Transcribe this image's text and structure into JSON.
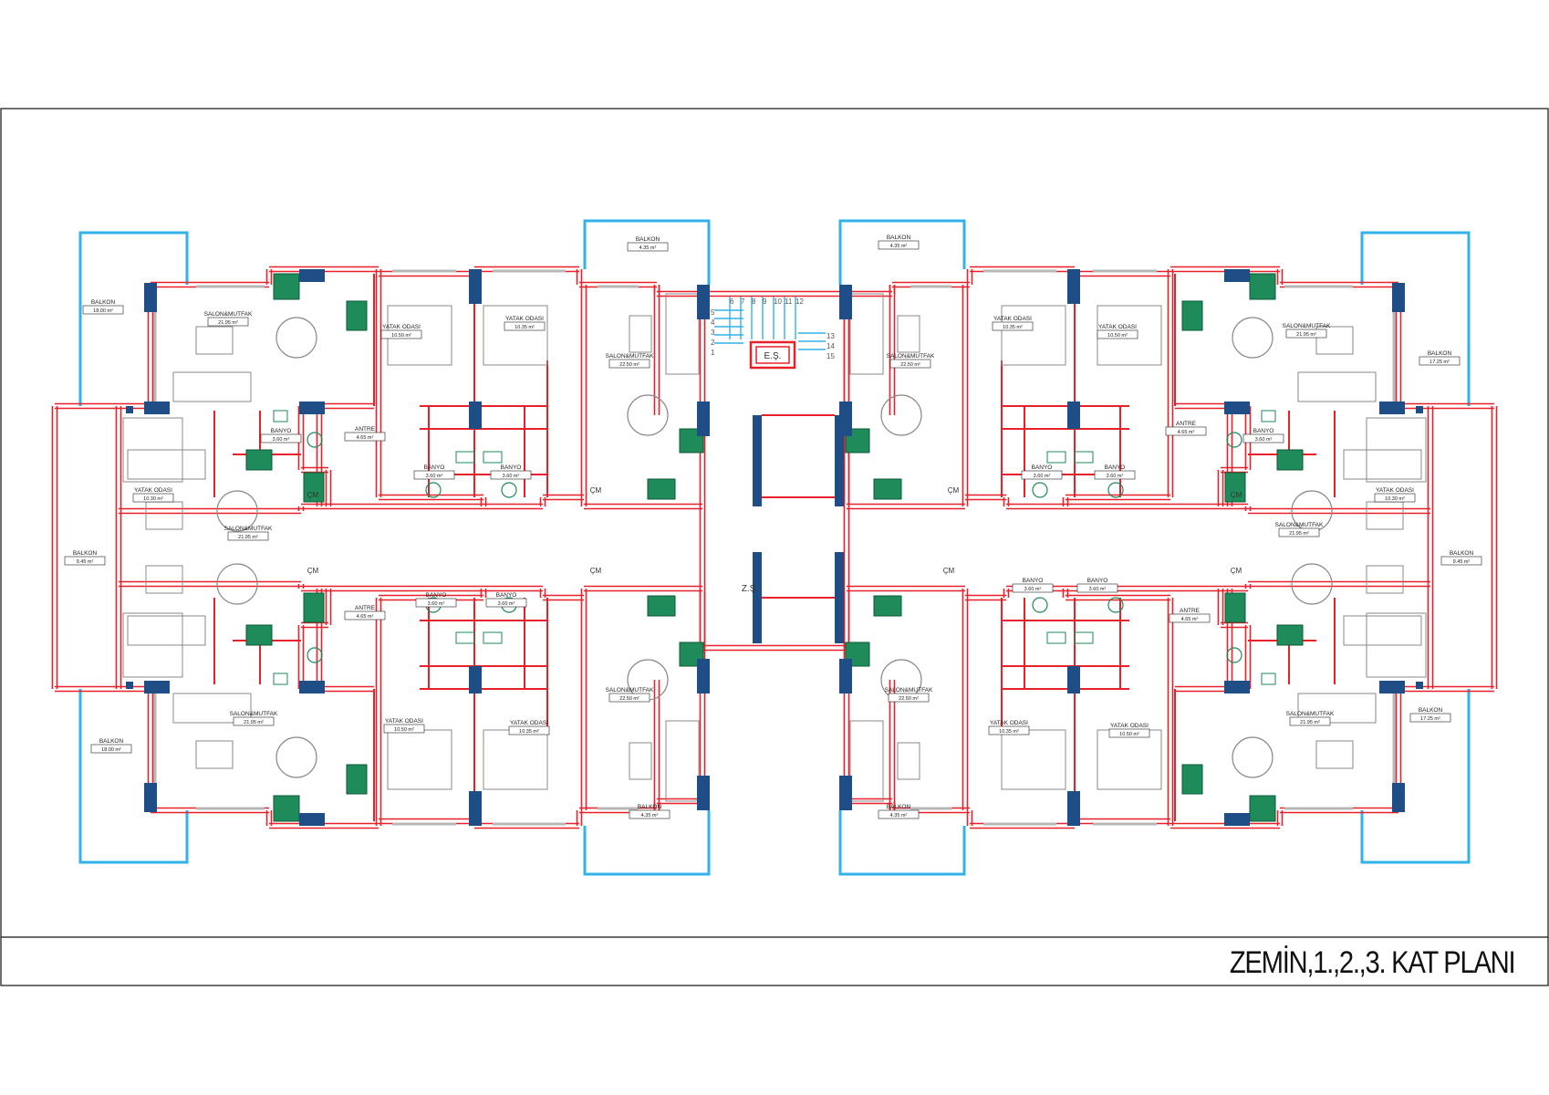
{
  "sheet_title": "ZEMİN,1.,2.,3. KAT PLANI",
  "core": {
    "stair_label": "E.Ş.",
    "shaft_label": "Z.Ş.",
    "stair_steps_left": [
      "5",
      "4",
      "3",
      "2",
      "1"
    ],
    "stair_steps_top": [
      "6",
      "7",
      "8",
      "9",
      "10",
      "11",
      "12"
    ],
    "stair_steps_right": [
      "13",
      "14",
      "15"
    ]
  },
  "room_names": {
    "balkon": "BALKON",
    "salon_mutfak": "SALON&MUTFAK",
    "yatak_odasi": "YATAK ODASI",
    "banyo": "BANYO",
    "antre": "ANTRE",
    "cm": "ÇM"
  },
  "room_labels": [
    {
      "id": "balkon-nw",
      "name": "BALKON",
      "area": "18.00 m²"
    },
    {
      "id": "salon-nw",
      "name": "SALON&MUTFAK",
      "area": "21.95 m²"
    },
    {
      "id": "yatak-n1",
      "name": "YATAK ODASI",
      "area": "10.50 m²"
    },
    {
      "id": "yatak-n2",
      "name": "YATAK ODASI",
      "area": "10.35 m²"
    },
    {
      "id": "balkon-n1",
      "name": "BALKON",
      "area": "4.35 m²"
    },
    {
      "id": "salon-n1",
      "name": "SALON&MUTFAK",
      "area": "22.50 m²"
    },
    {
      "id": "balkon-n2",
      "name": "BALKON",
      "area": "4.35 m²"
    },
    {
      "id": "salon-n2",
      "name": "SALON&MUTFAK",
      "area": "22.50 m²"
    },
    {
      "id": "yatak-n3",
      "name": "YATAK ODASI",
      "area": "10.35 m²"
    },
    {
      "id": "yatak-n4",
      "name": "YATAK ODASI",
      "area": "10.50 m²"
    },
    {
      "id": "salon-ne",
      "name": "SALON&MUTFAK",
      "area": "21.95 m²"
    },
    {
      "id": "balkon-ne",
      "name": "BALKON",
      "area": "17.25 m²"
    },
    {
      "id": "banyo-w1",
      "name": "BANYO",
      "area": "3.60 m²"
    },
    {
      "id": "antre-w1",
      "name": "ANTRE",
      "area": "4.65 m²"
    },
    {
      "id": "banyo-n1",
      "name": "BANYO",
      "area": "3.60 m²"
    },
    {
      "id": "banyo-n2",
      "name": "BANYO",
      "area": "3.60 m²"
    },
    {
      "id": "banyo-n3",
      "name": "BANYO",
      "area": "3.60 m²"
    },
    {
      "id": "banyo-n4",
      "name": "BANYO",
      "area": "3.60 m²"
    },
    {
      "id": "antre-e1",
      "name": "ANTRE",
      "area": "4.65 m²"
    },
    {
      "id": "banyo-e1",
      "name": "BANYO",
      "area": "3.60 m²"
    },
    {
      "id": "yatak-w",
      "name": "YATAK ODASI",
      "area": "10.30 m²"
    },
    {
      "id": "yatak-e",
      "name": "YATAK ODASI",
      "area": "10.30 m²"
    },
    {
      "id": "salon-w",
      "name": "SALON&MUTFAK",
      "area": "21.95 m²"
    },
    {
      "id": "salon-e",
      "name": "SALON&MUTFAK",
      "area": "21.95 m²"
    },
    {
      "id": "balkon-w",
      "name": "BALKON",
      "area": "9.45 m²"
    },
    {
      "id": "balkon-e",
      "name": "BALKON",
      "area": "9.45 m²"
    },
    {
      "id": "banyo-s1",
      "name": "BANYO",
      "area": "3.60 m²"
    },
    {
      "id": "banyo-s2",
      "name": "BANYO",
      "area": "3.60 m²"
    },
    {
      "id": "banyo-s3",
      "name": "BANYO",
      "area": "3.60 m²"
    },
    {
      "id": "banyo-s4",
      "name": "BANYO",
      "area": "3.60 m²"
    },
    {
      "id": "antre-w2",
      "name": "ANTRE",
      "area": "4.65 m²"
    },
    {
      "id": "antre-e2",
      "name": "ANTRE",
      "area": "4.65 m²"
    },
    {
      "id": "salon-sw",
      "name": "SALON&MUTFAK",
      "area": "21.95 m²"
    },
    {
      "id": "yatak-s1",
      "name": "YATAK ODASI",
      "area": "10.50 m²"
    },
    {
      "id": "yatak-s2",
      "name": "YATAK ODASI",
      "area": "10.35 m²"
    },
    {
      "id": "salon-s1",
      "name": "SALON&MUTFAK",
      "area": "22.50 m²"
    },
    {
      "id": "salon-s2",
      "name": "SALON&MUTFAK",
      "area": "22.50 m²"
    },
    {
      "id": "yatak-s3",
      "name": "YATAK ODASI",
      "area": "10.35 m²"
    },
    {
      "id": "yatak-s4",
      "name": "YATAK ODASI",
      "area": "10.50 m²"
    },
    {
      "id": "salon-se",
      "name": "SALON&MUTFAK",
      "area": "21.95 m²"
    },
    {
      "id": "balkon-se",
      "name": "BALKON",
      "area": "17.25 m²"
    },
    {
      "id": "balkon-sw",
      "name": "BALKON",
      "area": "18.00 m²"
    },
    {
      "id": "balkon-s1",
      "name": "BALKON",
      "area": "4.35 m²"
    },
    {
      "id": "balkon-s2",
      "name": "BALKON",
      "area": "4.35 m²"
    }
  ],
  "colors": {
    "wall": "#e8202a",
    "column": "#1f4e86",
    "balcony": "#32b2ea",
    "fixture": "#1f8a5a",
    "furniture": "#8a8a8a",
    "frame": "#111111"
  }
}
